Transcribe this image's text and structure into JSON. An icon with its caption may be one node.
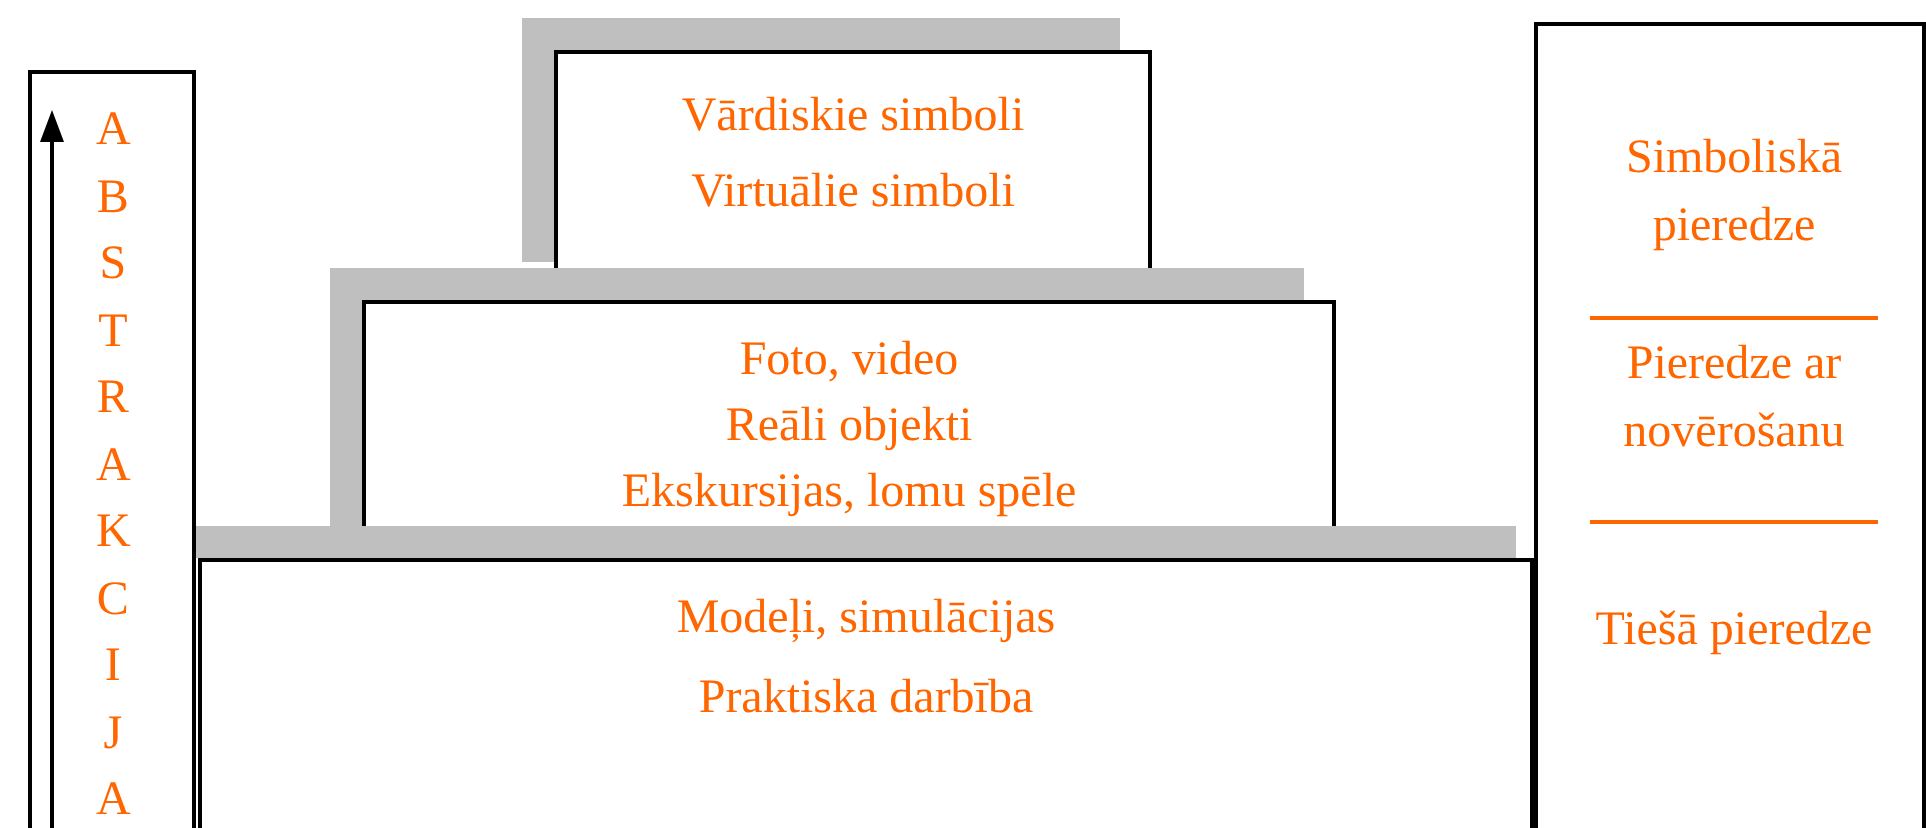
{
  "diagram": {
    "nodes": [
      {
        "text": [
          "ABSTRAKCIJA"
        ]
      },
      {
        "text": [
          "Vārdiskie simboli",
          "Virtuālie simboli"
        ]
      },
      {
        "text": [
          "Foto, video",
          "Reāli objekti",
          "Ekskursijas, lomu spēle"
        ]
      },
      {
        "text": [
          "Modeļi, simulācijas",
          "Praktiska darbība"
        ]
      },
      {
        "text": [
          "Simboliskā pieredze",
          "Pieredze ar novērošanu",
          "Tiešā pieredze"
        ]
      }
    ]
  }
}
